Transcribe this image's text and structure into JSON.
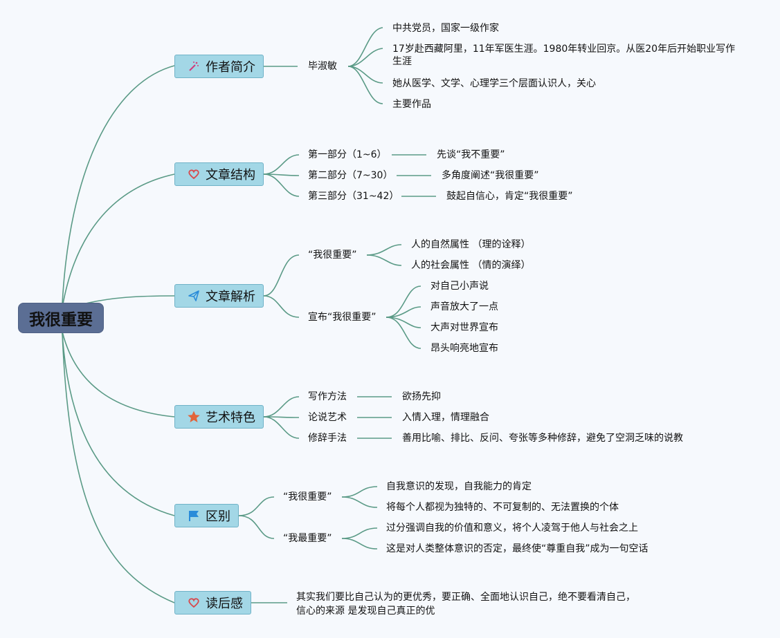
{
  "root": {
    "title": "我很重要"
  },
  "topics": {
    "author": {
      "title": "作者简介",
      "icon": "magic-wand-icon",
      "name": "毕淑敏",
      "items": [
        "中共党员，国家一级作家",
        "17岁赴西藏阿里，11年军医生涯。1980年转业回京。从医20年后开始职业写作生涯",
        "她从医学、文学、心理学三个层面认识人，关心",
        "主要作品"
      ]
    },
    "structure": {
      "title": "文章结构",
      "icon": "heart-icon",
      "parts": [
        {
          "label": "第一部分（1~6）",
          "desc": "先谈“我不重要”"
        },
        {
          "label": "第二部分（7~30）",
          "desc": "多角度阐述“我很重要”"
        },
        {
          "label": "第三部分（31~42）",
          "desc": "鼓起自信心，肯定“我很重要”"
        }
      ]
    },
    "analysis": {
      "title": "文章解析",
      "icon": "paper-plane-icon",
      "groups": [
        {
          "label": "“我很重要”",
          "items": [
            "人的自然属性 （理的诠释）",
            "人的社会属性 （情的演绎）"
          ]
        },
        {
          "label": "宣布“我很重要”",
          "items": [
            "对自己小声说",
            "声音放大了一点",
            "大声对世界宣布",
            "昂头响亮地宣布"
          ]
        }
      ]
    },
    "art": {
      "title": "艺术特色",
      "icon": "star-icon",
      "rows": [
        {
          "label": "写作方法",
          "desc": "欲扬先抑"
        },
        {
          "label": "论说艺术",
          "desc": "入情入理，情理融合"
        },
        {
          "label": "修辞手法",
          "desc": "善用比喻、排比、反问、夸张等多种修辞，避免了空洞乏味的说教"
        }
      ]
    },
    "difference": {
      "title": "区别",
      "icon": "flag-icon",
      "groups": [
        {
          "label": "“我很重要”",
          "items": [
            "自我意识的发现，自我能力的肯定",
            "将每个人都视为独特的、不可复制的、无法置换的个体"
          ]
        },
        {
          "label": "“我最重要”",
          "items": [
            "过分强调自我的价值和意义，将个人凌驾于他人与社会之上",
            "这是对人类整体意识的否定，最终使“尊重自我”成为一句空话"
          ]
        }
      ]
    },
    "reflection": {
      "title": "读后感",
      "icon": "heart-icon",
      "text": "其实我们要比自己认为的更优秀，要正确、全面地认识自己，绝不要看清自己，信心的来源 是发现自己真正的优"
    }
  },
  "colors": {
    "background": "#f6f9fd",
    "link": "#5a9a86",
    "topic_fill": "#a3d7e6",
    "topic_border": "#6fb2c7",
    "root_fill": "#5b6e94",
    "heart": "#d9474b",
    "star": "#e2643a",
    "flag": "#2a8bd9",
    "plane": "#2a8bd9",
    "wand": "#d23a7b"
  }
}
